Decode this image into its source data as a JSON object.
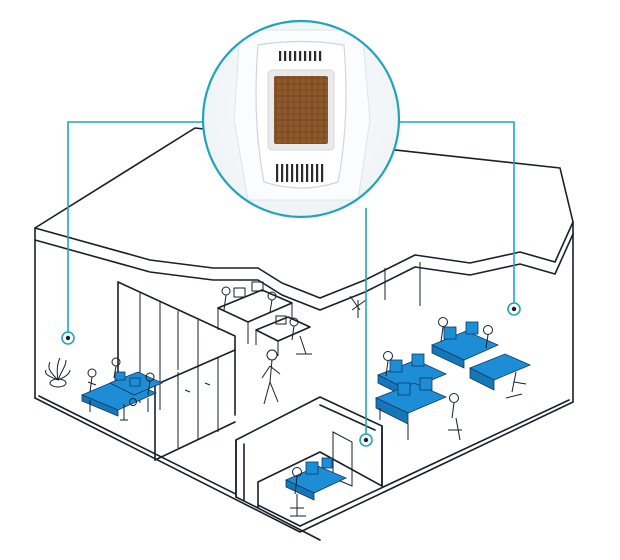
{
  "diagram": {
    "kind": "isometric office floor plan with ceiling-mounted sensor",
    "colors": {
      "line": "#17202b",
      "callout": "#22a4b8",
      "occupied_desk": "#1d8ed6",
      "device_body": "#ffffff",
      "sensor_window": "#7a4a22"
    },
    "callout_points": [
      {
        "id": "left-room"
      },
      {
        "id": "right-open-area"
      },
      {
        "id": "lower-office"
      }
    ]
  }
}
